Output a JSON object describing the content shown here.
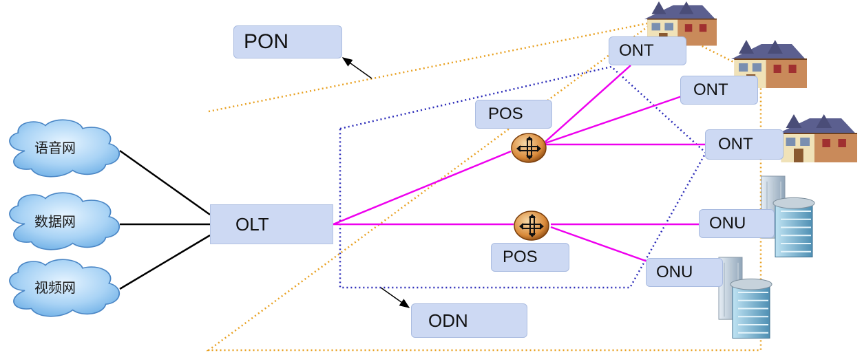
{
  "networks": {
    "voice": "语音网",
    "data": "数据网",
    "video": "视频网"
  },
  "labels": {
    "pon": "PON",
    "olt": "OLT",
    "odn": "ODN",
    "pos_top": "POS",
    "pos_bottom": "POS",
    "ont_1": "ONT",
    "ont_2": "ONT",
    "ont_3": "ONT",
    "onu_1": "ONU",
    "onu_2": "ONU"
  },
  "colors": {
    "fiber": "#ee00ee",
    "pon_boundary": "#e8a020",
    "odn_boundary": "#2a2ab8",
    "box_fill": "#cdd9f3",
    "cloud_fill": "#a9d3f5"
  }
}
